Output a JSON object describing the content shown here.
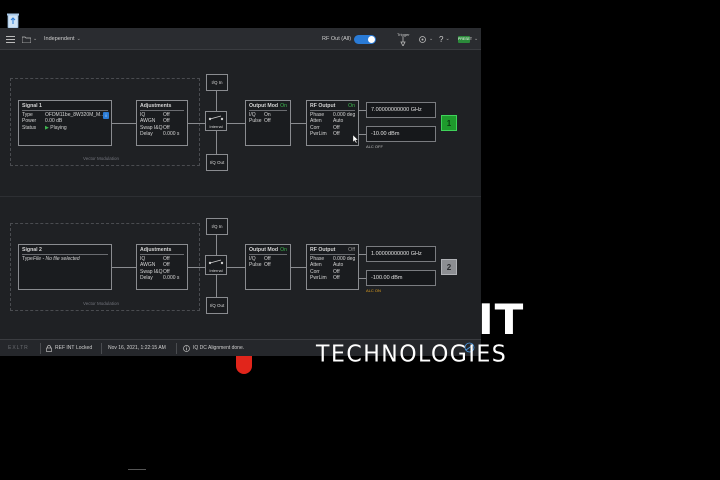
{
  "toolbar": {
    "mode": "Independent",
    "rf_out_label": "RF Out (All)",
    "trigger_label": "Trigger",
    "help": "?",
    "preset_label": "PRESET"
  },
  "channel1": {
    "signal": {
      "title": "Signal 1",
      "type_label": "Type",
      "type_value": "OFDM11be_8W320M_M...",
      "power_label": "Power",
      "power_value": "0.00 dB",
      "status_label": "Status",
      "status_value": "Playing"
    },
    "adjust": {
      "title": "Adjustments",
      "rows": [
        [
          "IQ",
          "Off"
        ],
        [
          "AWGN",
          "Off"
        ],
        [
          "Swap I&Q",
          "Off"
        ],
        [
          "Delay",
          "0.000 s"
        ]
      ]
    },
    "iq_in": "I/Q In",
    "iq_out": "I/Q Out",
    "switch_label": "Internal",
    "vm_label": "Vector Modulation",
    "outmod": {
      "title": "Output Mod",
      "state": "On",
      "rows": [
        [
          "I/Q",
          "On"
        ],
        [
          "Pulse",
          "Off"
        ]
      ]
    },
    "rfout": {
      "title": "RF Output",
      "state": "On",
      "rows": [
        [
          "Phase",
          "0.000 deg"
        ],
        [
          "Atten",
          "Auto"
        ],
        [
          "Corr",
          "Off"
        ],
        [
          "PwrLim",
          "Off"
        ]
      ]
    },
    "freq": "7.00000000000 GHz",
    "power": "-10.00 dBm",
    "alc": "ALC OFF",
    "number": "1"
  },
  "channel2": {
    "signal": {
      "title": "Signal 2",
      "type_label": "Type",
      "type_value": "File - No file selected"
    },
    "adjust": {
      "title": "Adjustments",
      "rows": [
        [
          "IQ",
          "Off"
        ],
        [
          "AWGN",
          "Off"
        ],
        [
          "Swap I&Q",
          "Off"
        ],
        [
          "Delay",
          "0.000 s"
        ]
      ]
    },
    "iq_in": "I/Q In",
    "iq_out": "I/Q Out",
    "switch_label": "Internal",
    "vm_label": "Vector Modulation",
    "outmod": {
      "title": "Output Mod",
      "state": "On",
      "rows": [
        [
          "I/Q",
          "Off"
        ],
        [
          "Pulse",
          "Off"
        ]
      ]
    },
    "rfout": {
      "title": "RF Output",
      "state": "Off",
      "rows": [
        [
          "Phase",
          "0.000 deg"
        ],
        [
          "Atten",
          "Auto"
        ],
        [
          "Corr",
          "Off"
        ],
        [
          "PwrLim",
          "Off"
        ]
      ]
    },
    "freq": "1.00000000000 GHz",
    "power": "-100.00 dBm",
    "alc": "ALC ON",
    "number": "2"
  },
  "statusbar": {
    "logo": "EXLTR",
    "ref": "REF INT",
    "locked": "Locked",
    "datetime": "Nov 16, 2021, 1:22:15 AM",
    "message": "IQ DC Alignment done."
  },
  "brand": {
    "line1": "IT",
    "line2": "TECHNOLOGIES"
  },
  "colors": {
    "accent": "#2a7bd6",
    "on_green": "#3fb950",
    "alc_on": "#e0a020"
  }
}
